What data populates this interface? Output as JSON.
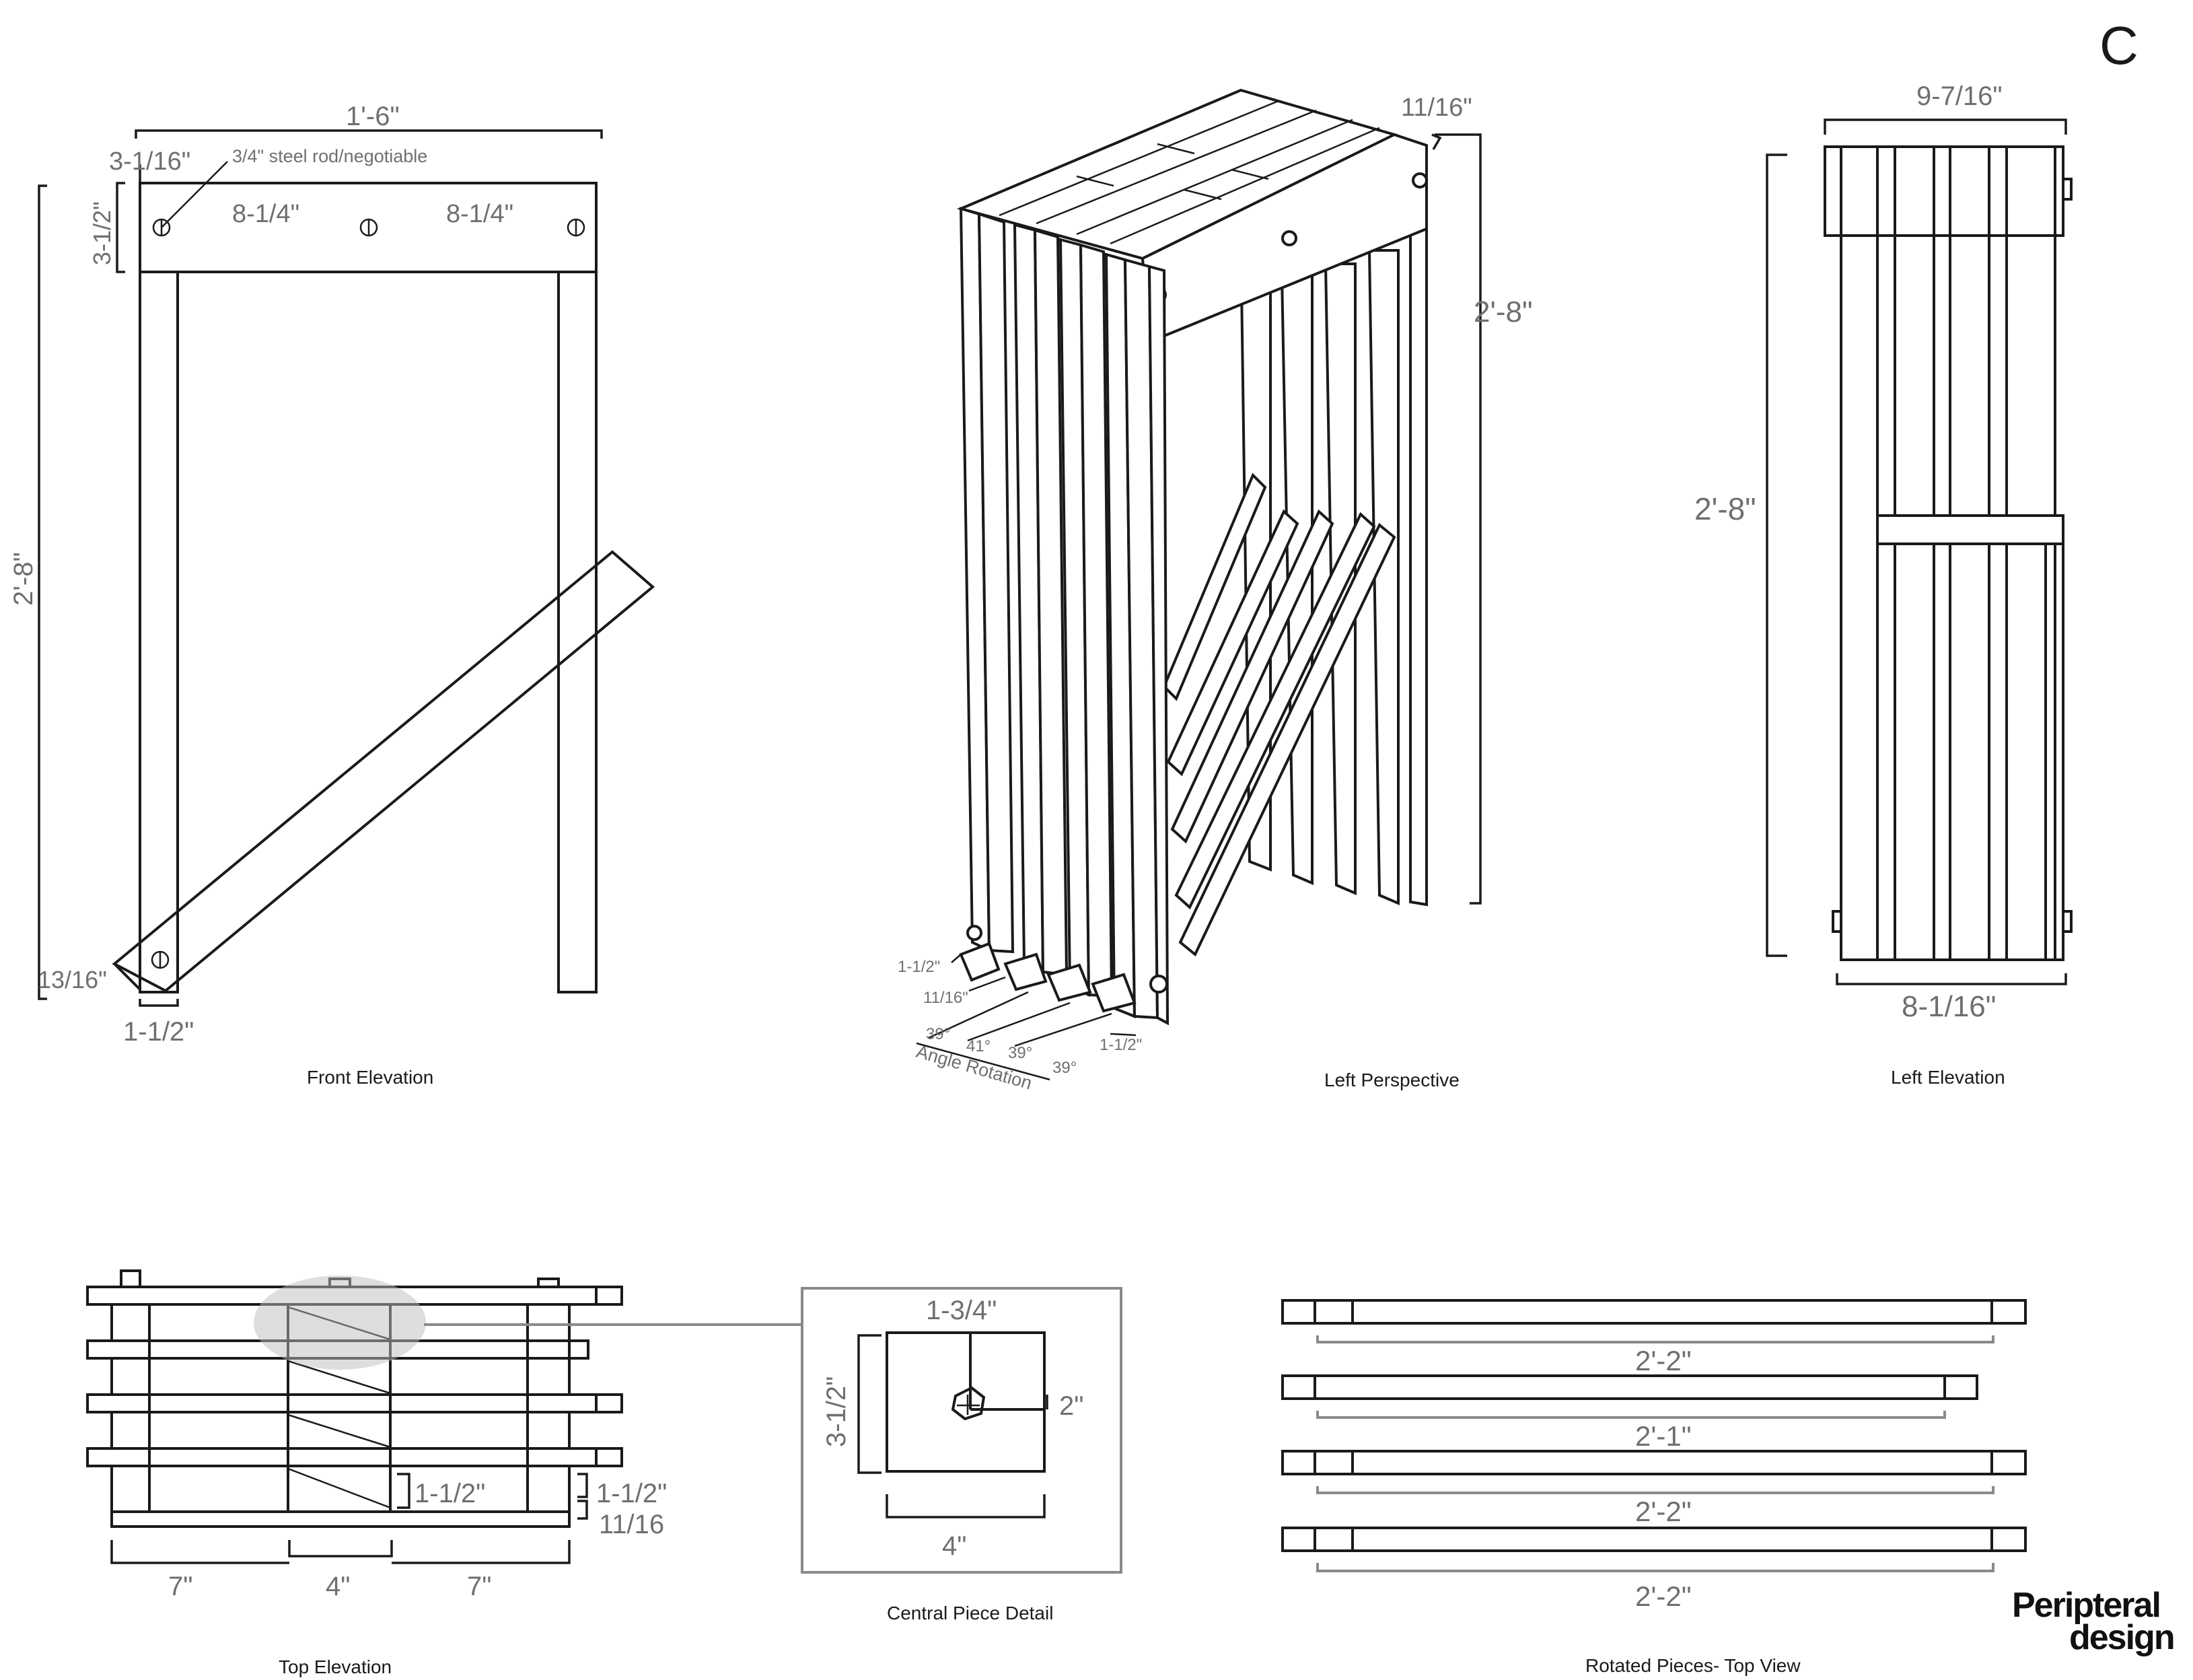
{
  "sheet": {
    "letter": "C",
    "brand_line1": "Peripteral",
    "brand_line2": "design"
  },
  "front": {
    "caption": "Front Elevation",
    "width": "1'-6\"",
    "top_offset": "3-1/16\"",
    "rod_note": "3/4\" steel rod/negotiable",
    "rail_height": "3-1/2\"",
    "spacing_left": "8-1/4\"",
    "spacing_right": "8-1/4\"",
    "height": "2'-8\"",
    "pivot_offset": "13/16\"",
    "leg_width": "1-1/2\""
  },
  "perspective": {
    "caption": "Left Perspective",
    "top_thickness": "11/16\"",
    "height": "2'-8\"",
    "bar_width": "1-1/2\"",
    "bar_gap": "11/16\"",
    "angles": [
      "39°",
      "41°",
      "39°",
      "39°"
    ],
    "right_bar_width": "1-1/2\"",
    "rotation_label": "Angle Rotation"
  },
  "left": {
    "caption": "Left Elevation",
    "top_width": "9-7/16\"",
    "height": "2'-8\"",
    "bottom_width": "8-1/16\""
  },
  "top": {
    "caption": "Top Elevation",
    "slat_width": "1-1/2\"",
    "edge_width": "1-1/2\"",
    "edge_gap": "11/16",
    "seg_left": "7\"",
    "seg_mid": "4\"",
    "seg_right": "7\""
  },
  "detail": {
    "caption": "Central Piece Detail",
    "rod_offset": "1-3/4\"",
    "height": "3-1/2\"",
    "rod_height": "2\"",
    "width": "4\""
  },
  "rotated": {
    "caption": "Rotated Pieces- Top View",
    "lengths": [
      "2'-2\"",
      "2'-1\"",
      "2'-2\"",
      "2'-2\""
    ]
  }
}
